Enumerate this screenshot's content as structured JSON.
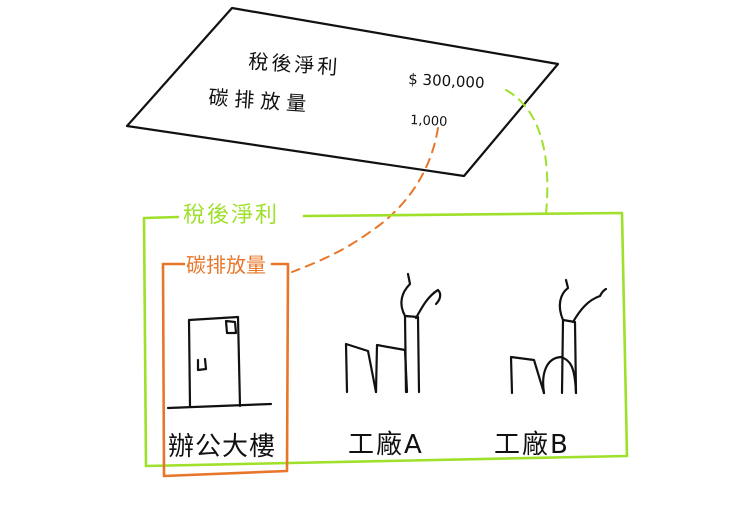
{
  "report_card": {
    "profit_label": "稅後淨利",
    "profit_value": "$ 300,000",
    "emission_label": "碳排放量",
    "emission_value": "1,000"
  },
  "boundary": {
    "profit_label": "稅後淨利",
    "emission_label": "碳排放量"
  },
  "facilities": [
    {
      "label": "辦公大樓"
    },
    {
      "label": "工廠A"
    },
    {
      "label": "工廠B"
    }
  ],
  "colors": {
    "ink": "#111111",
    "profit_boundary": "#9ee02a",
    "emission_boundary": "#e8762a"
  }
}
